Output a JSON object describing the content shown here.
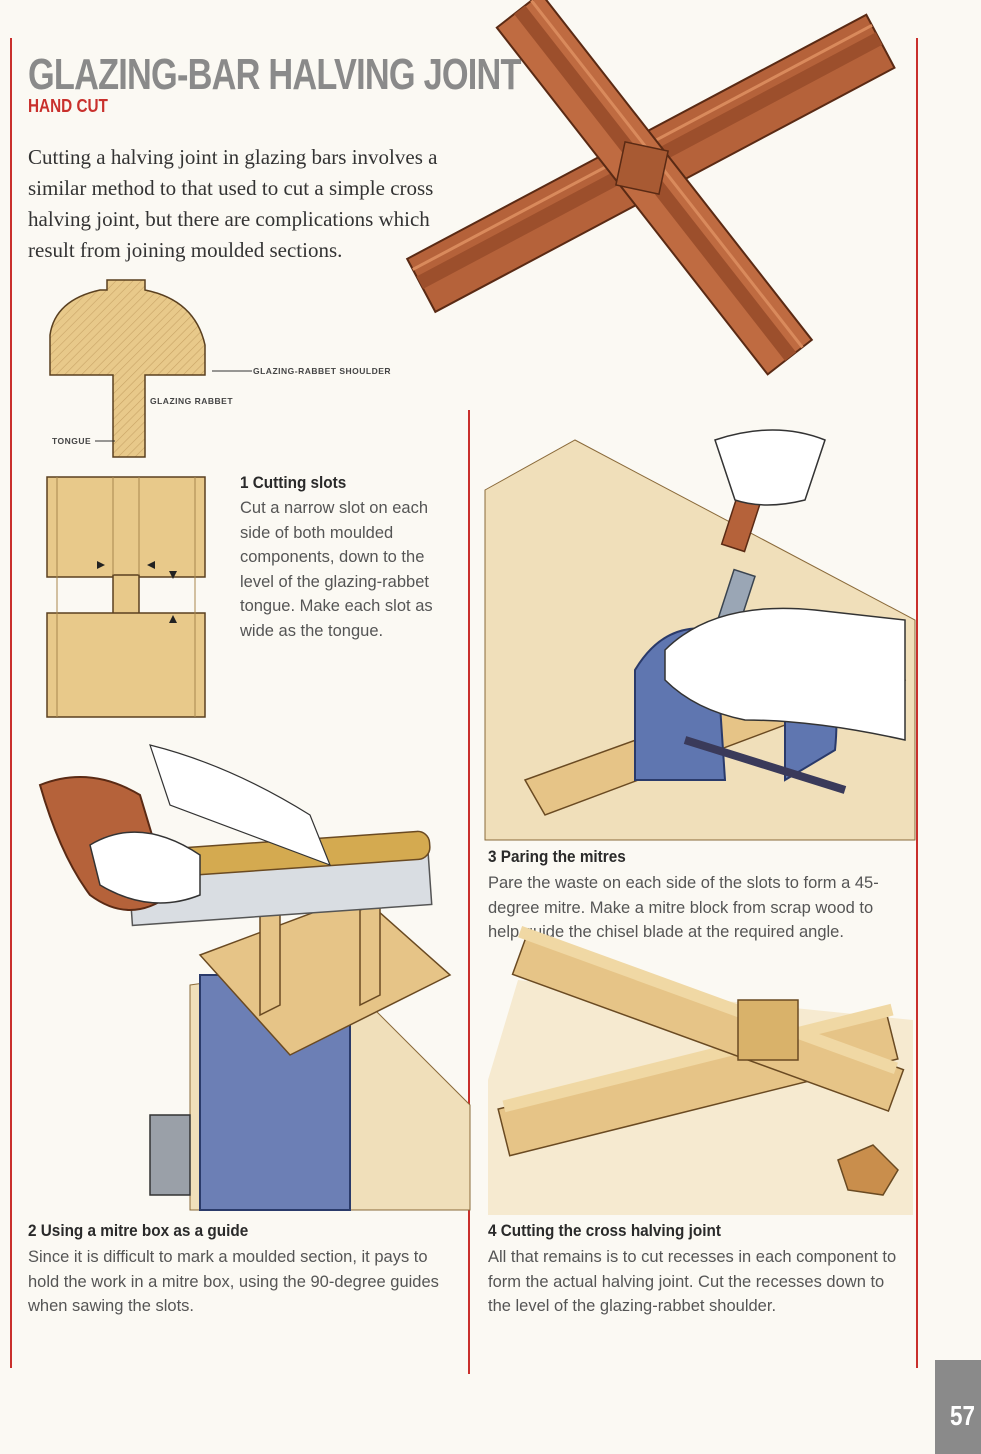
{
  "page": {
    "title": "GLAZING-BAR HALVING JOINT",
    "subtitle": "HAND CUT",
    "intro": "Cutting a halving joint in glazing bars involves a similar method to that used to cut a simple cross halving joint, but there are complications which result from joining moulded sections.",
    "page_number": "57"
  },
  "diagram_labels": {
    "shoulder": "GLAZING-RABBET SHOULDER",
    "rabbet": "GLAZING RABBET",
    "tongue": "TONGUE"
  },
  "steps": [
    {
      "heading": "1 Cutting slots",
      "body": "Cut a narrow slot on each side of both moulded components, down to the level of the glazing-rabbet tongue. Make each slot as wide as the tongue."
    },
    {
      "heading": "2 Using a mitre box as a guide",
      "body": "Since it is difficult to mark a moulded section, it pays to hold the work in a mitre box, using the 90-degree guides when sawing the slots."
    },
    {
      "heading": "3 Paring the mitres",
      "body": "Pare the waste on each side of the slots to form a 45-degree mitre. Make a mitre block from scrap wood to help guide the chisel blade at the required angle."
    },
    {
      "heading": "4 Cutting the cross halving joint",
      "body": "All that remains is to cut recesses in each component to form the actual halving joint. Cut the recesses down to the level of the glazing-rabbet shoulder."
    }
  ],
  "colors": {
    "accent": "#c9302c",
    "wood": "#e8c98a",
    "hero_wood": "#b5623a"
  }
}
